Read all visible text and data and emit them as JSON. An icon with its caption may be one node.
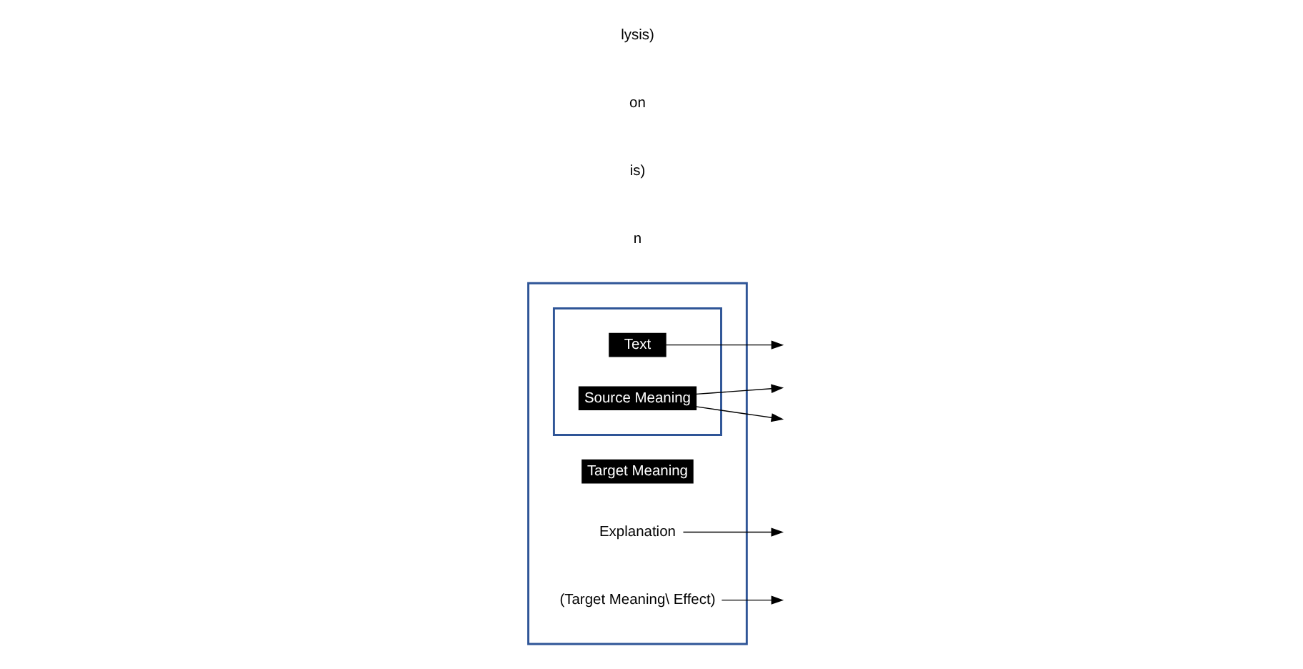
{
  "diagram": {
    "nodes": [
      {
        "text": [],
        "shape": "box"
      },
      {
        "text": [],
        "shape": "box",
        "in": 0
      },
      {
        "text": [
          "Text"
        ],
        "in": 1
      },
      {
        "text": [
          "Source Meaning"
        ],
        "in": 1
      },
      {
        "text": [
          "Target Meaning"
        ],
        "in": 0
      },
      {
        "text": [
          "Explanation"
        ],
        "in": 0
      },
      {
        "text": [
          "(Target Meaning\\ Effect)"
        ],
        "in": 0
      }
    ],
    "edges": [
      {
        "from": 2,
        "to": null,
        "arrow": "to"
      },
      {
        "from": 3,
        "to": null,
        "arrow": "to"
      },
      {
        "from": 3,
        "to": null,
        "arrow": "to"
      },
      {
        "from": 5,
        "to": null,
        "arrow": "to"
      },
      {
        "from": 6,
        "to": null,
        "arrow": "to"
      }
    ],
    "labels": [
      "n",
      "is)",
      "on",
      "lysis)"
    ]
  }
}
